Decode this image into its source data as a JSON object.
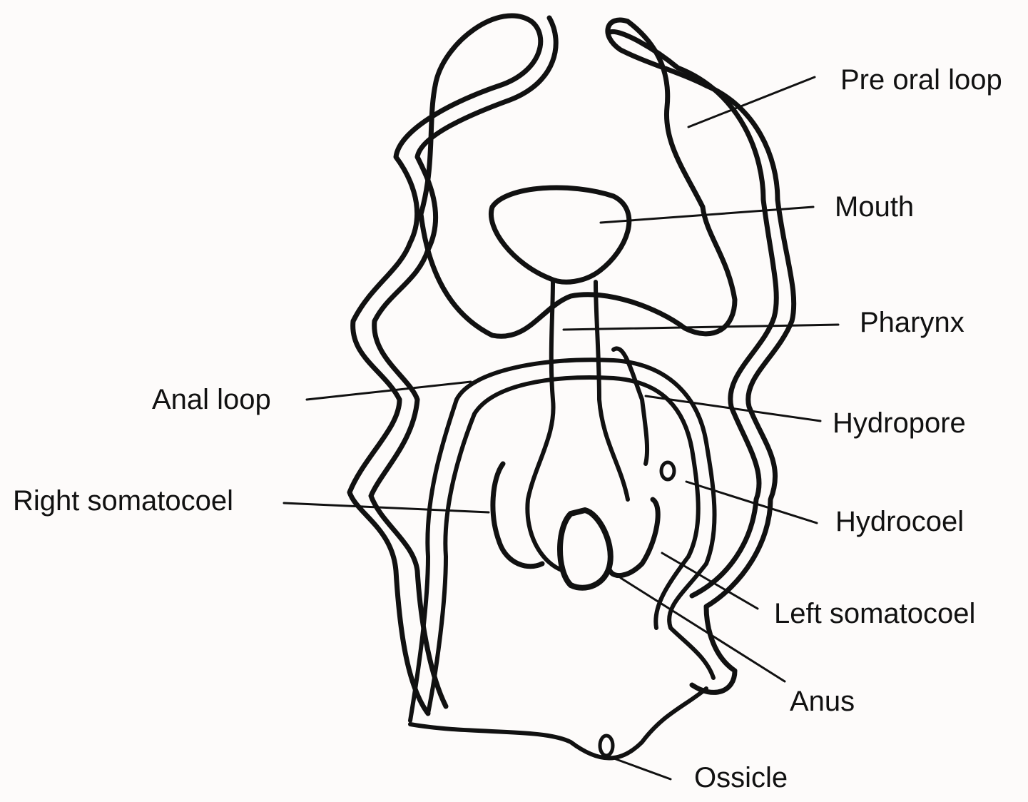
{
  "figure": {
    "labels": {
      "pre_oral_loop": "Pre oral loop",
      "mouth": "Mouth",
      "pharynx": "Pharynx",
      "anal_loop": "Anal loop",
      "hydropore": "Hydropore",
      "right_somatocoel": "Right somatocoel",
      "hydrocoel": "Hydrocoel",
      "left_somatocoel": "Left somatocoel",
      "anus": "Anus",
      "ossicle": "Ossicle"
    },
    "colors": {
      "ink": "#111111",
      "paper": "#fdfbfa"
    }
  }
}
